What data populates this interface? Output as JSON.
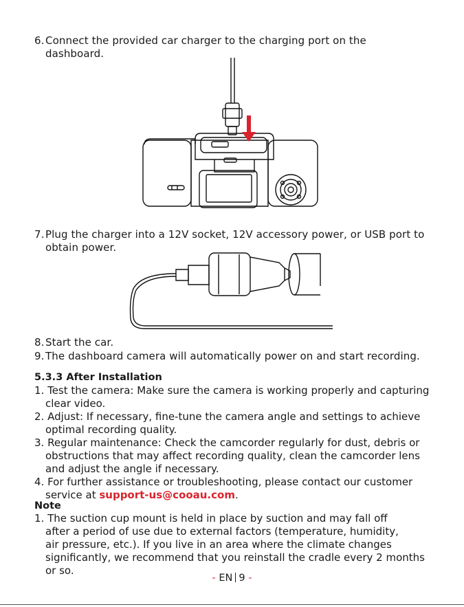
{
  "steps_top": [
    {
      "num": "6.",
      "line1": "Connect the provided car charger to the charging port on the",
      "line2": "dashboard."
    },
    {
      "num": "7.",
      "line1": "Plug the charger into a 12V socket, 12V accessory power, or USB port to",
      "line2": "obtain power."
    },
    {
      "num": "8.",
      "line1": "Start the car."
    },
    {
      "num": "9.",
      "line1": "The dashboard camera will automatically power on and start recording."
    }
  ],
  "after_installation": {
    "heading": "5.3.3 After Installation",
    "items": [
      {
        "line1": "1. Test the camera: Make sure the camera is working properly and capturing",
        "line2": "clear video."
      },
      {
        "line1": "2. Adjust: If necessary, fine-tune the camera angle and settings to achieve",
        "line2": "optimal recording quality."
      },
      {
        "line1": "3. Regular maintenance: Check the camcorder regularly for dust, debris or",
        "line2": "obstructions that may affect recording quality, clean the camcorder lens",
        "line3": "and adjust the angle if necessary."
      },
      {
        "line1": "4. For further assistance or troubleshooting, please contact our customer",
        "line2_prefix": "service at ",
        "email": "support-us@cooau.com",
        "line2_suffix": "."
      }
    ]
  },
  "note": {
    "heading": "Note",
    "lines": [
      "1. The suction cup mount is held in place by suction and may fall off",
      "after a period of use due to external factors (temperature, humidity,",
      "air pressure, etc.). If you live in an area where the climate changes",
      "significantly, we recommend that you reinstall the cradle every 2 months",
      "or so."
    ]
  },
  "footer": {
    "dash_left": "-",
    "lang": "EN",
    "page": "9",
    "dash_right": "-"
  },
  "colors": {
    "accent": "#d9232d",
    "text": "#1a1a1a"
  },
  "illustrations": [
    "dashcam-charger-illustration",
    "car-charger-plug-illustration"
  ]
}
